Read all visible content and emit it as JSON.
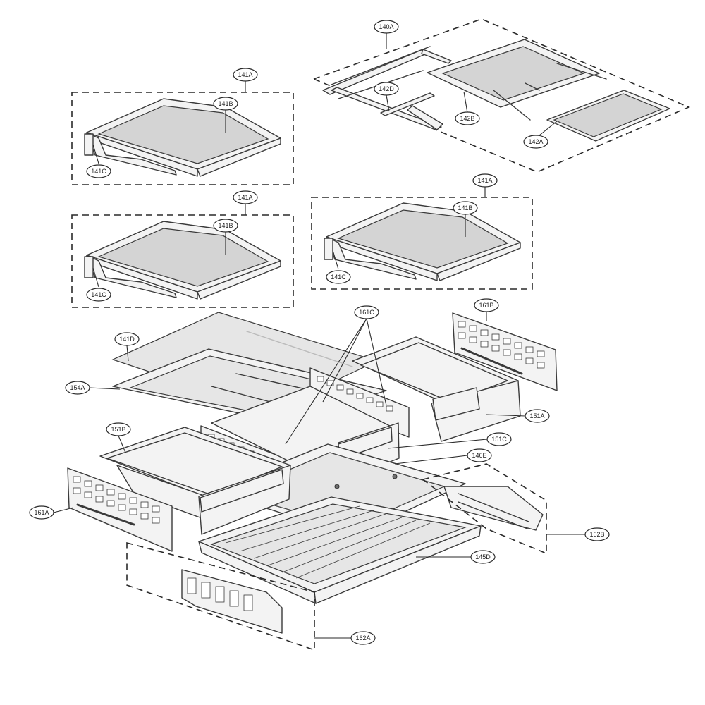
{
  "callouts": {
    "c140A": "140A",
    "c141A_1": "141A",
    "c141B_1": "141B",
    "c141C_1": "141C",
    "c142D": "142D",
    "c142B": "142B",
    "c142A": "142A",
    "c141A_2": "141A",
    "c141B_2": "141B",
    "c141C_2": "141C",
    "c141A_3": "141A",
    "c141B_3": "141B",
    "c141C_3": "141C",
    "c161C": "161C",
    "c161B": "161B",
    "c141D": "141D",
    "c154A": "154A",
    "c151A": "151A",
    "c151B": "151B",
    "c151C": "151C",
    "c146E": "146E",
    "c161A": "161A",
    "c162B": "162B",
    "c145D": "145D",
    "c162A": "162A"
  }
}
